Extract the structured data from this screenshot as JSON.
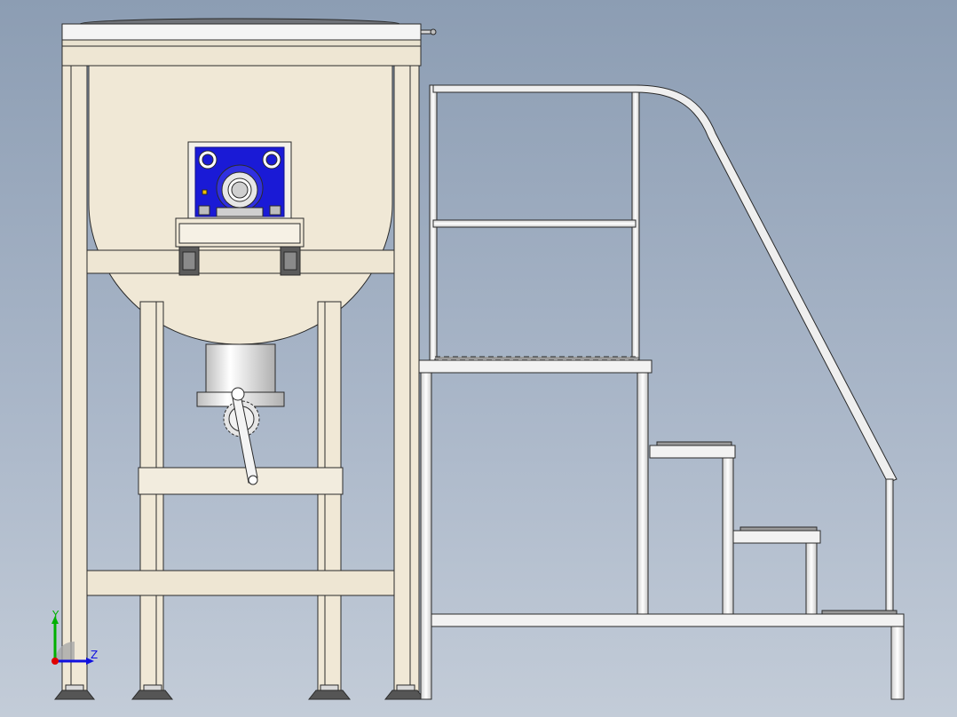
{
  "viewport": {
    "background_top": "#8c9db3",
    "background_bottom": "#c3ccd8"
  },
  "model": {
    "name": "ribbon-mixer-with-access-platform",
    "frame_color": "#f0e8d6",
    "stainless_color": "#e8e8e8",
    "bearing_color": "#1a1ad6",
    "edge_color": "#2a2a2a"
  },
  "triad": {
    "y_label": "Y",
    "z_label": "Z",
    "y_color": "#00b000",
    "z_color": "#1010e0",
    "x_color": "#e00000"
  }
}
